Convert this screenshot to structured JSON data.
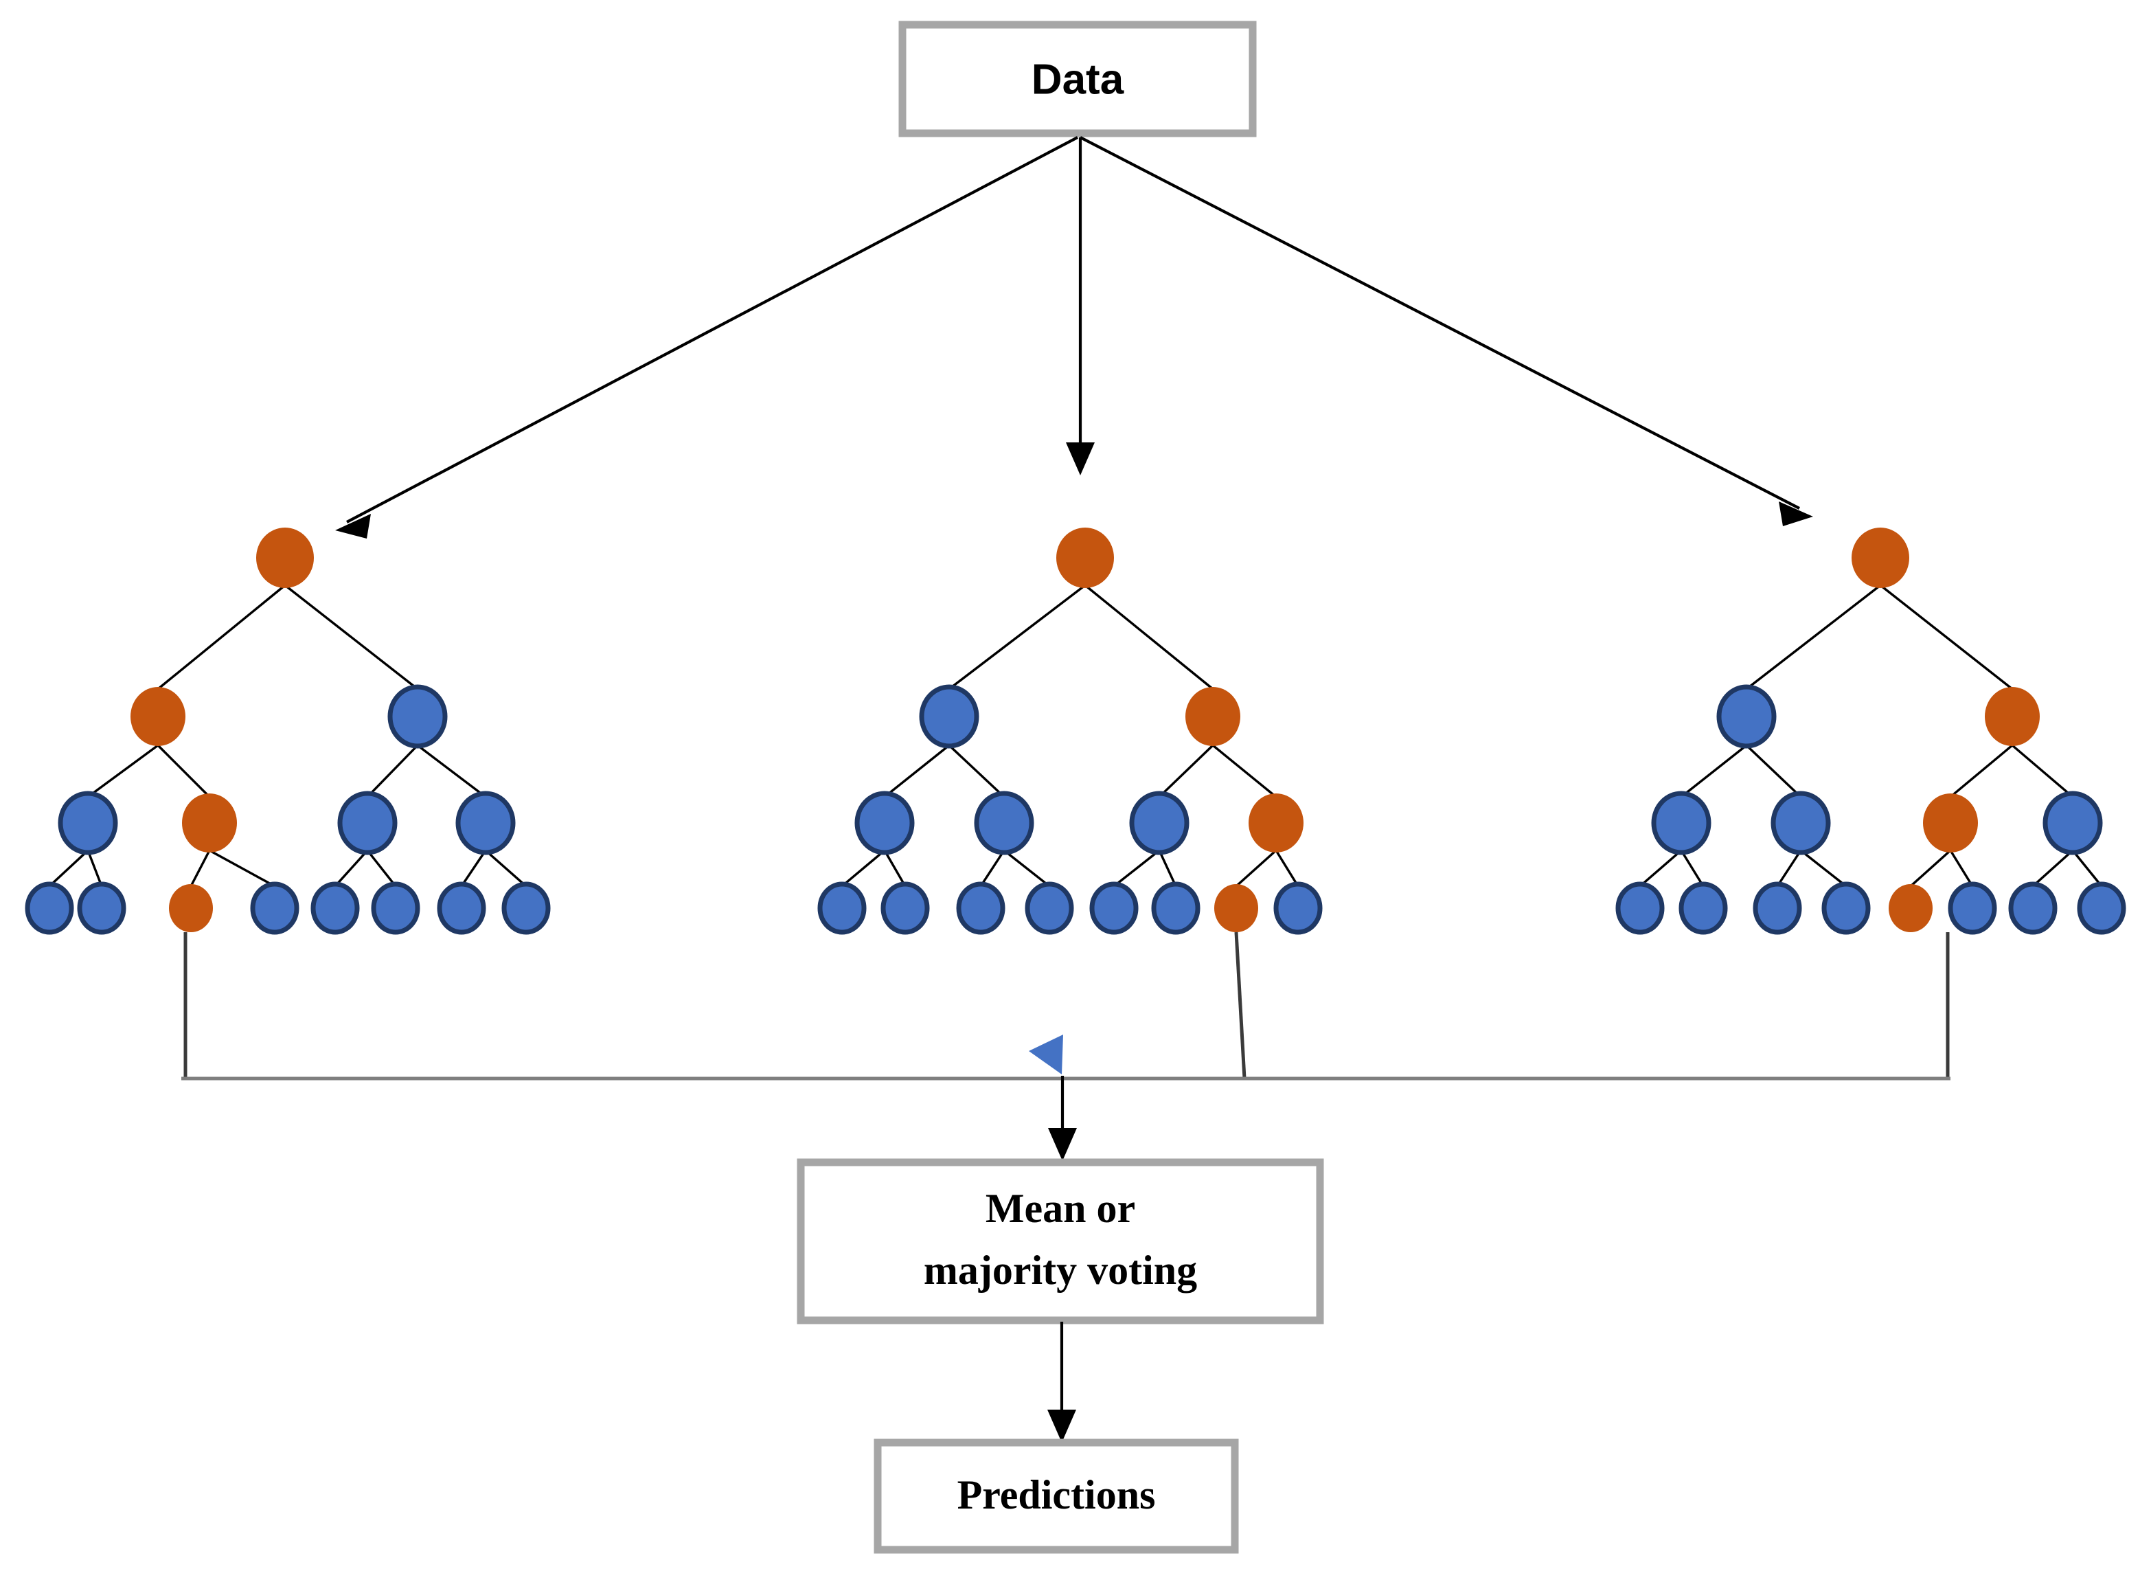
{
  "diagram": {
    "title_box": {
      "label": "Data",
      "name": "data-box"
    },
    "aggregate_box": {
      "line1": "Mean or",
      "line2": "majority voting",
      "name": "mean-or-majority-voting-box"
    },
    "output_box": {
      "label": "Predictions",
      "name": "predictions-box"
    },
    "colors": {
      "node_orange": "#C5550F",
      "node_blue": "#4472C4",
      "node_blue_stroke": "#1F3864",
      "box_border": "#A6A6A6",
      "edge": "#000000",
      "connector": "#7F7F7F",
      "blue_marker": "#4472C4",
      "background": "#FFFFFF"
    },
    "trees": [
      {
        "name": "decision-tree-1",
        "root": {
          "color": "orange"
        },
        "level2": [
          {
            "color": "orange"
          },
          {
            "color": "blue"
          }
        ],
        "level3": [
          {
            "color": "blue"
          },
          {
            "color": "orange"
          },
          {
            "color": "blue"
          },
          {
            "color": "blue"
          }
        ],
        "leaves": [
          {
            "color": "blue"
          },
          {
            "color": "blue"
          },
          {
            "color": "orange"
          },
          {
            "color": "blue"
          },
          {
            "color": "blue"
          },
          {
            "color": "blue"
          },
          {
            "color": "blue"
          },
          {
            "color": "blue"
          }
        ],
        "output_leaf_index": 2
      },
      {
        "name": "decision-tree-2",
        "root": {
          "color": "orange"
        },
        "level2": [
          {
            "color": "blue"
          },
          {
            "color": "orange"
          }
        ],
        "level3": [
          {
            "color": "blue"
          },
          {
            "color": "blue"
          },
          {
            "color": "blue"
          },
          {
            "color": "orange"
          }
        ],
        "leaves": [
          {
            "color": "blue"
          },
          {
            "color": "blue"
          },
          {
            "color": "blue"
          },
          {
            "color": "blue"
          },
          {
            "color": "blue"
          },
          {
            "color": "blue"
          },
          {
            "color": "orange"
          },
          {
            "color": "blue"
          }
        ],
        "output_leaf_index": 6
      },
      {
        "name": "decision-tree-3",
        "root": {
          "color": "orange"
        },
        "level2": [
          {
            "color": "blue"
          },
          {
            "color": "orange"
          }
        ],
        "level3": [
          {
            "color": "blue"
          },
          {
            "color": "blue"
          },
          {
            "color": "orange"
          },
          {
            "color": "blue"
          }
        ],
        "leaves": [
          {
            "color": "blue"
          },
          {
            "color": "blue"
          },
          {
            "color": "blue"
          },
          {
            "color": "blue"
          },
          {
            "color": "orange"
          },
          {
            "color": "blue"
          },
          {
            "color": "blue"
          },
          {
            "color": "blue"
          }
        ],
        "output_leaf_index": 4
      }
    ],
    "flow": {
      "data_to_trees": 3,
      "trees_to_aggregate": 3,
      "aggregate_to_predictions": 1
    }
  }
}
